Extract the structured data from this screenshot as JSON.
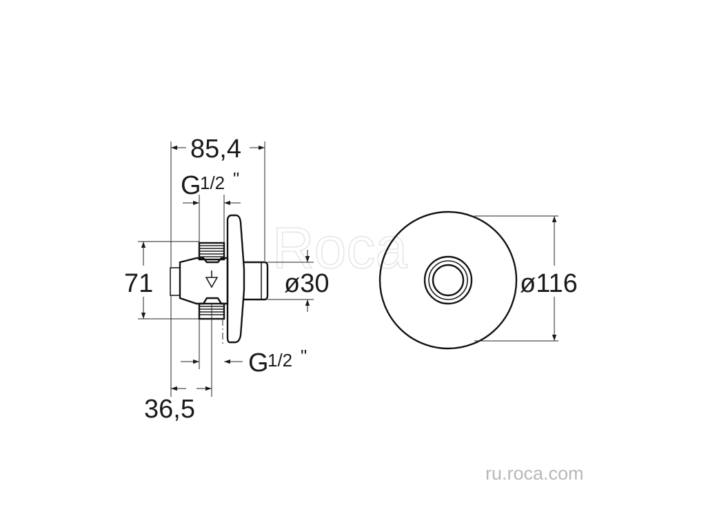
{
  "dimensions": {
    "overall_depth": "85,4",
    "thread_top": {
      "main": "G",
      "fraction": "1/2",
      "mark": "\""
    },
    "height": "71",
    "outlet_diameter": "ø30",
    "thread_bottom": {
      "main": "G",
      "fraction": "1/2",
      "mark": "\""
    },
    "body_depth": "36,5",
    "plate_diameter": "ø116"
  },
  "watermark": {
    "brand": "Roca",
    "website": "ru.roca.com"
  }
}
